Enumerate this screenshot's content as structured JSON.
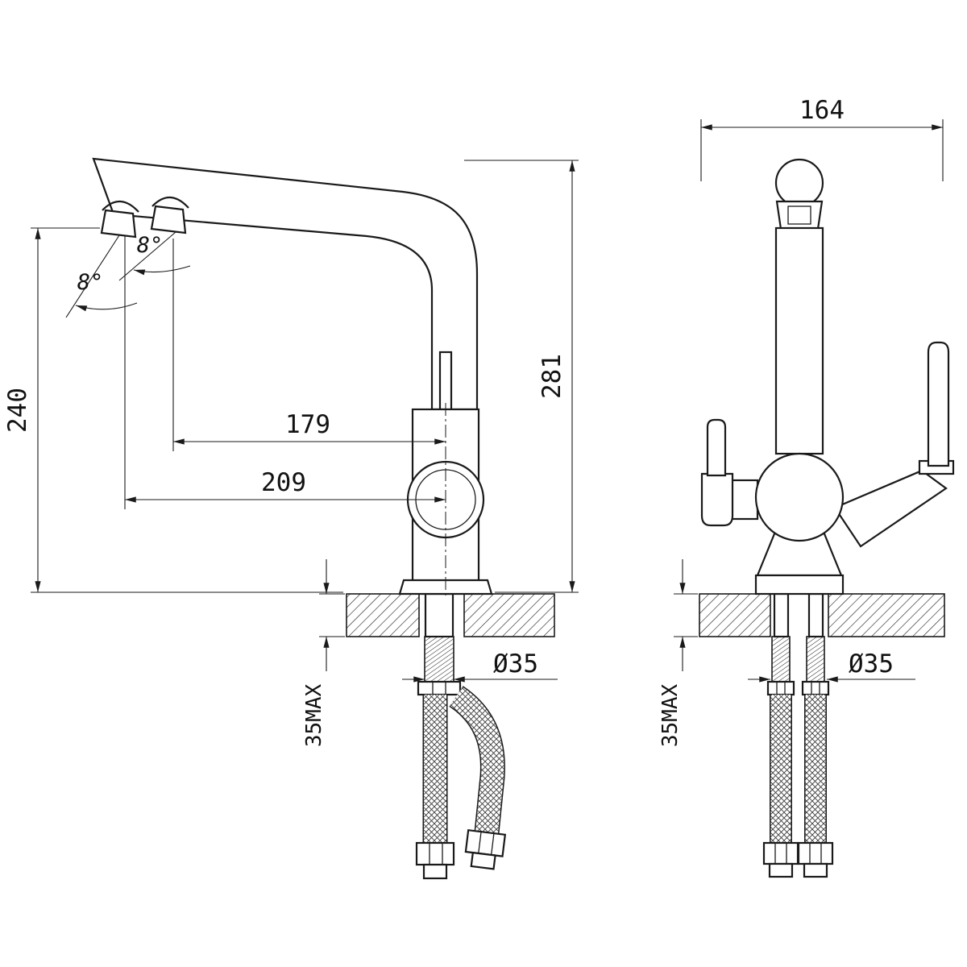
{
  "drawing": {
    "background": "#ffffff",
    "line_color": "#1a1a1a",
    "side_view": {
      "height_overall": "281",
      "spout_height": "240",
      "reach_inner": "179",
      "reach_outer": "209",
      "angle_inner": "8°",
      "angle_outer": "8°",
      "hole_diameter": "Ø35",
      "deck_max": "35MAX"
    },
    "front_view": {
      "width_overall": "164",
      "hole_diameter": "Ø35",
      "deck_max": "35MAX"
    }
  }
}
